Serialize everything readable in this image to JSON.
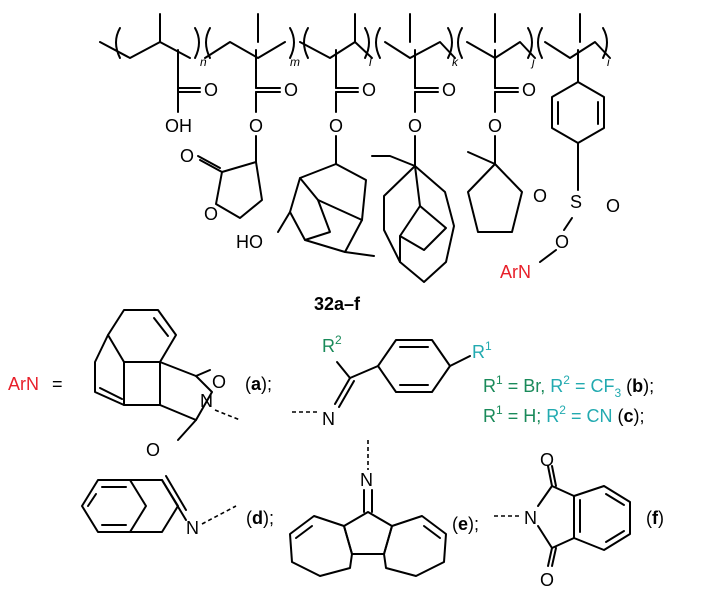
{
  "polymer": {
    "subscripts": [
      "n",
      "m",
      "l",
      "k",
      "j",
      "i"
    ],
    "label_oh": "OH",
    "label_o": "O",
    "label_ho": "HO",
    "label_arn": "ArN",
    "compound_label": "32a–f"
  },
  "arn_def": {
    "lhs": "ArN",
    "eq": "=",
    "a_tag": "a",
    "r1": "R",
    "r2": "R",
    "sup1": "1",
    "sup2": "2",
    "line_b": {
      "r1_part": "= Br,",
      "r2_part": "= CF",
      "sub3": "3",
      "tag": "b"
    },
    "line_c": {
      "r1_part": "= H;",
      "r2_part": "= CN",
      "tag": "c"
    },
    "d_tag": "d",
    "e_tag": "e",
    "f_tag": "f",
    "n_atom": "N"
  },
  "colors": {
    "red": "#e8202a",
    "green": "#1a8a5a",
    "cyan": "#22aab0"
  }
}
